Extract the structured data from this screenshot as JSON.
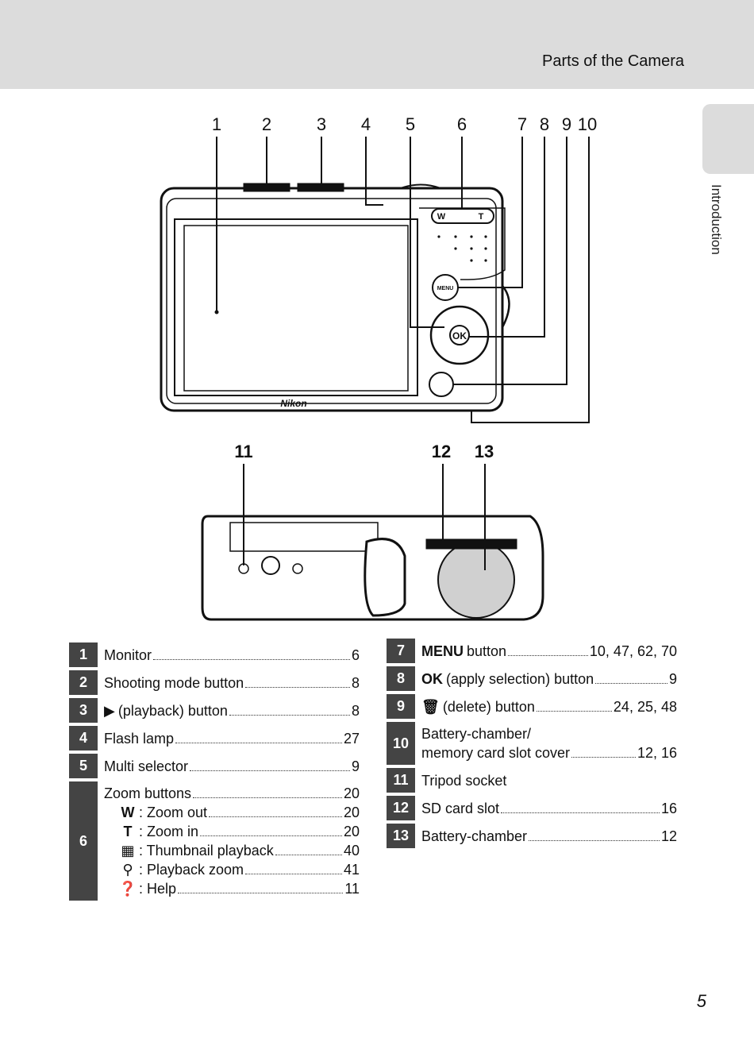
{
  "header": {
    "title": "Parts of the Camera"
  },
  "side_tab": {
    "label": "Introduction"
  },
  "callouts_top": [
    "1",
    "2",
    "3",
    "4",
    "5",
    "6",
    "7",
    "8",
    "9",
    "10"
  ],
  "callouts_bottom": [
    "11",
    "12",
    "13"
  ],
  "camera_labels": {
    "brand": "Nikon",
    "menu": "MENU",
    "ok": "OK",
    "w": "W",
    "t": "T"
  },
  "left_table": [
    {
      "num": "1",
      "label": "Monitor",
      "page": "6"
    },
    {
      "num": "2",
      "label": "Shooting mode button",
      "page": "8"
    },
    {
      "num": "3",
      "icon": "playback-icon",
      "label": "(playback) button",
      "page": "8"
    },
    {
      "num": "4",
      "label": "Flash lamp",
      "page": "27"
    },
    {
      "num": "5",
      "label": "Multi selector",
      "page": "9"
    },
    {
      "num": "6",
      "label": "Zoom buttons",
      "page": "20",
      "subs": [
        {
          "icon": "W",
          "label": ": Zoom out",
          "page": "20"
        },
        {
          "icon": "T",
          "label": ": Zoom in",
          "page": "20"
        },
        {
          "icon": "thumbnail-icon",
          "label": ": Thumbnail playback",
          "page": "40"
        },
        {
          "icon": "zoom-icon",
          "label": ": Playback zoom",
          "page": "41"
        },
        {
          "icon": "help-icon",
          "label": ": Help",
          "page": "11"
        }
      ]
    }
  ],
  "right_table": [
    {
      "num": "7",
      "glyph": "MENU",
      "label": "button",
      "page": "10, 47, 62, 70"
    },
    {
      "num": "8",
      "glyph": "OK",
      "label": "(apply selection) button",
      "page": "9"
    },
    {
      "num": "9",
      "icon": "delete-icon",
      "label": "(delete) button",
      "page": "24, 25, 48"
    },
    {
      "num": "10",
      "label": "Battery-chamber/",
      "label2": "memory card slot cover",
      "page": "12, 16"
    },
    {
      "num": "11",
      "label": "Tripod socket",
      "page": ""
    },
    {
      "num": "12",
      "label": "SD card slot",
      "page": "16"
    },
    {
      "num": "13",
      "label": "Battery-chamber",
      "page": "12"
    }
  ],
  "page_number": "5"
}
